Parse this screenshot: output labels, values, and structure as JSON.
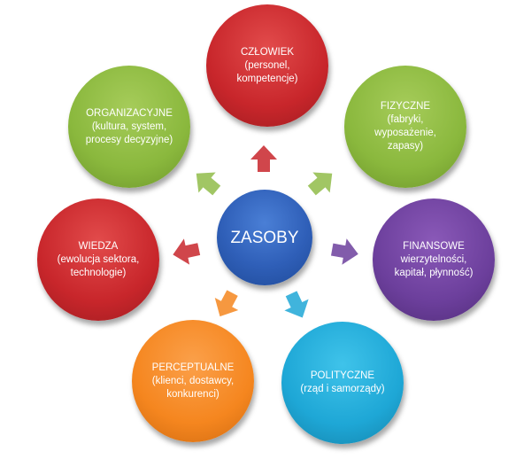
{
  "center": {
    "label": "ZASOBY"
  },
  "nodes": {
    "czlowiek": {
      "title": "CZŁOWIEK",
      "body": "(personel, kompetencje)"
    },
    "fizyczne": {
      "title": "FIZYCZNE",
      "body": "(fabryki, wyposażenie, zapasy)"
    },
    "finansowe": {
      "title": "FINANSOWE",
      "body": "wierzytelności, kapitał, płynność)"
    },
    "polityczne": {
      "title": "POLITYCZNE",
      "body": "(rząd i samorządy)"
    },
    "perceptualne": {
      "title": "PERCEPTUALNE",
      "body": "(klienci, dostawcy, konkurenci)"
    },
    "wiedza": {
      "title": "WIEDZA",
      "body": "(ewolucja sektora, technologie)"
    },
    "organizacyjne": {
      "title": "ORGANIZACYJNE",
      "body": "(kultura, system, procesy decyzyjne)"
    }
  },
  "colors": {
    "red": "#c8262b",
    "green": "#8ab83d",
    "purple": "#6c3f9c",
    "cyan": "#1ea7d6",
    "orange": "#f5861f",
    "blue": "#2f5fb8"
  }
}
